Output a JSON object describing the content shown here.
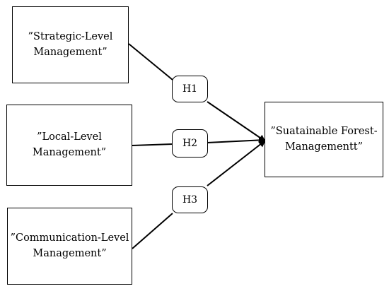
{
  "boxes": {
    "strategic": [
      "”Strategic-Level",
      "Management”"
    ],
    "local": [
      "”Local-Level",
      "Management”"
    ],
    "communication": [
      "”Communication-Level",
      "Management”"
    ],
    "outcome": [
      "”Suatainable Forest-",
      "Managementt”"
    ]
  },
  "hypotheses": [
    "H1",
    "H2",
    "H3"
  ],
  "colors": {
    "line": "#000000",
    "fill": "#ffffff"
  }
}
